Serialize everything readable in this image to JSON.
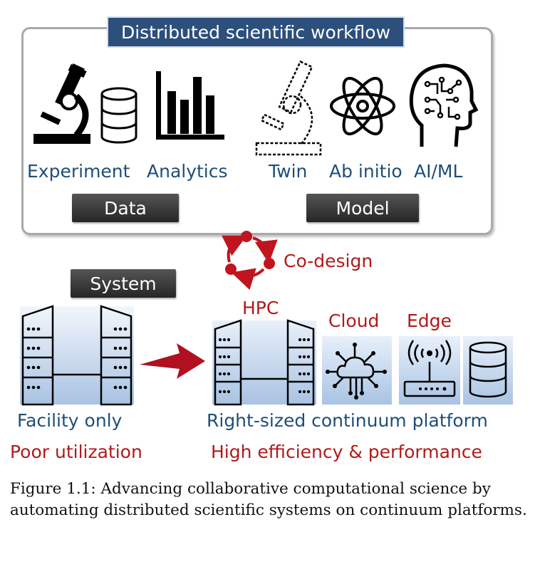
{
  "workflow": {
    "title": "Distributed scientific workflow",
    "data_items": [
      {
        "label": "Experiment",
        "icon": "microscope-icon"
      },
      {
        "label": "Analytics",
        "icon": "bar-chart-icon"
      }
    ],
    "model_items": [
      {
        "label": "Twin",
        "icon": "dashed-microscope-icon"
      },
      {
        "label": "Ab initio",
        "icon": "atom-icon"
      },
      {
        "label": "AI/ML",
        "icon": "ai-head-icon"
      }
    ],
    "data_label": "Data",
    "model_label": "Model"
  },
  "codesign": {
    "label": "Co-design"
  },
  "system": {
    "label": "System",
    "left_caption": "Facility only",
    "left_subcaption": "Poor utilization",
    "hpc_label": "HPC",
    "cloud_label": "Cloud",
    "edge_label": "Edge",
    "right_caption": "Right-sized continuum platform",
    "right_subcaption": "High efficiency & performance"
  },
  "caption": "Figure 1.1: Advancing collaborative computational science by automating distributed scientific systems on continuum platforms.",
  "colors": {
    "header_blue": "#2c4f7c",
    "text_blue": "#1f4e79",
    "accent_red": "#b01a1a",
    "box_gradient_start": "#e8f0fa",
    "box_gradient_end": "#a9c3e3"
  }
}
